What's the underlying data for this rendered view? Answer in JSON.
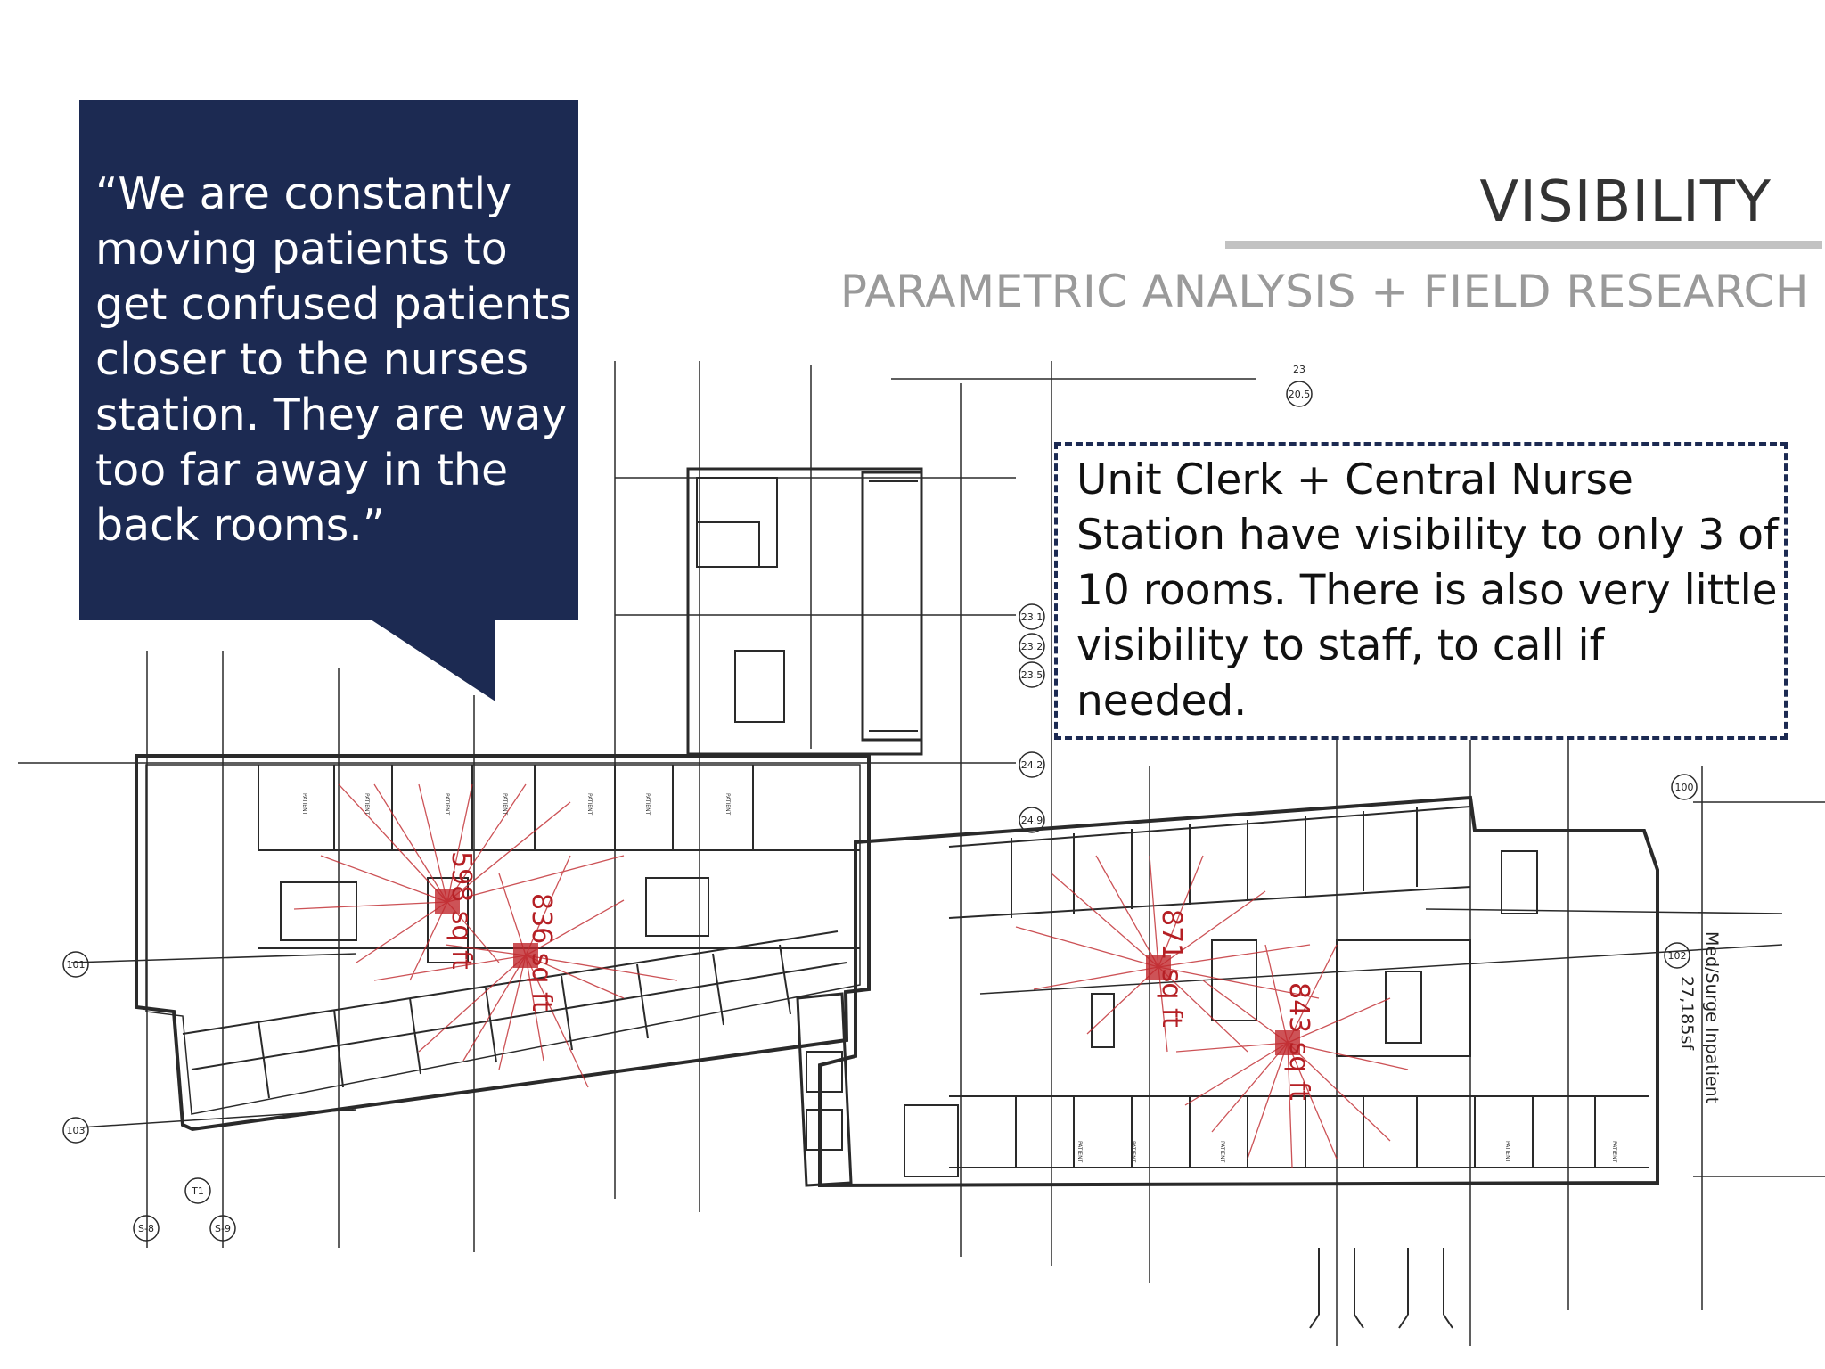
{
  "header": {
    "title": "VISIBILITY",
    "subtitle": "PARAMETRIC ANALYSIS + FIELD RESEARCH"
  },
  "quote": {
    "text": "“We are constantly moving patients to get confused patients closer to the nurses station. They are way too far away in the back rooms.”"
  },
  "note": {
    "text": "Unit Clerk + Central Nurse Station have visibility to only 3 of 10 rooms. There is also very little visibility to staff, to call if needed."
  },
  "plan": {
    "area_labels": [
      "598 sq ft",
      "836 sq ft",
      "871 sq ft",
      "843 sq ft"
    ],
    "unit_label": "Med/Surge Inpatient",
    "unit_area": "27,185sf",
    "grid_tags": [
      "101",
      "103",
      "T1",
      "S-8",
      "S-9",
      "23",
      "20.5",
      "23.1",
      "23.2",
      "23.5",
      "24.2",
      "24.9",
      "100",
      "102"
    ],
    "room_label": "PATIENT",
    "colors": {
      "navy": "#1c2a52",
      "plan_line": "#2a2a2a",
      "sightline": "#c0282d"
    }
  }
}
